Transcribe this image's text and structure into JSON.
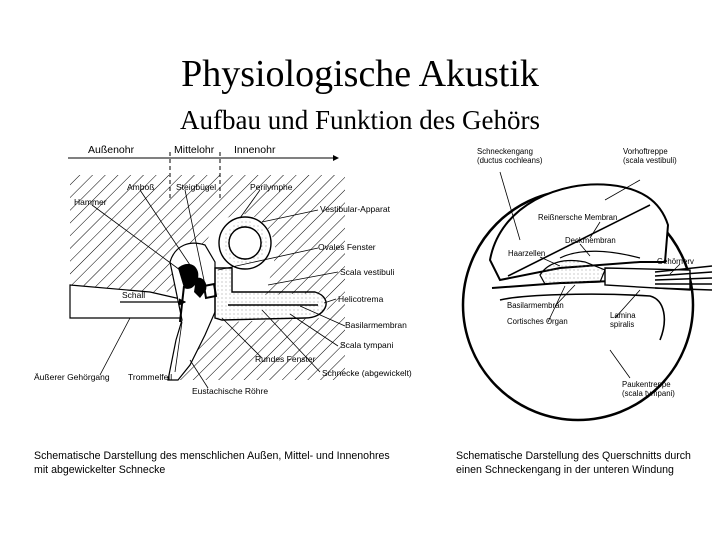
{
  "title": "Physiologische Akustik",
  "subtitle": "Aufbau und Funktion des Gehörs",
  "left_diagram": {
    "sections": [
      "Außenohr",
      "Mittelohr",
      "Innenohr"
    ],
    "labels": {
      "hammer": "Hammer",
      "amboss": "Amboß",
      "steigbuegel": "Steigbügel",
      "perilymphe": "Perilymphe",
      "vestibular": "Vestibular-Apparat",
      "ovales_fenster": "Ovales Fenster",
      "scala_vestibuli": "Scala vestibuli",
      "schall": "Schall",
      "helicotrema": "Helicotrema",
      "basilarmembran": "Basilarmembran",
      "rundes_fenster": "Rundes Fenster",
      "scala_tympani": "Scala tympani",
      "gehoergang": "Äußerer Gehörgang",
      "trommelfell": "Trommelfell",
      "eustachische": "Eustachische Röhre",
      "schnecke": "Schnecke (abgewickelt)"
    }
  },
  "right_diagram": {
    "labels": {
      "schneckengang_1": "Schneckengang",
      "schneckengang_2": "(ductus cochleans)",
      "vorhoftreppe_1": "Vorhoftreppe",
      "vorhoftreppe_2": "(scala vestibuli)",
      "reissner": "Reißnersche Membran",
      "deckmembran": "Deckmembran",
      "haarzellen": "Haarzellen",
      "hoernerv": "Gehörnerv",
      "basilarmembran": "Basilarmembran",
      "corti": "Cortisches Organ",
      "lamina_1": "Lamina",
      "lamina_2": "spiralis",
      "paukentreppe_1": "Paukentreppe",
      "paukentreppe_2": "(scala tympani)"
    }
  },
  "captions": {
    "left": "Schematische Darstellung des menschlichen Außen, Mittel- und Innenohres\nmit abgewickelter Schnecke",
    "right": "Schematische Darstellung des Querschnitts durch\neinen Schneckengang in der unteren Windung"
  }
}
